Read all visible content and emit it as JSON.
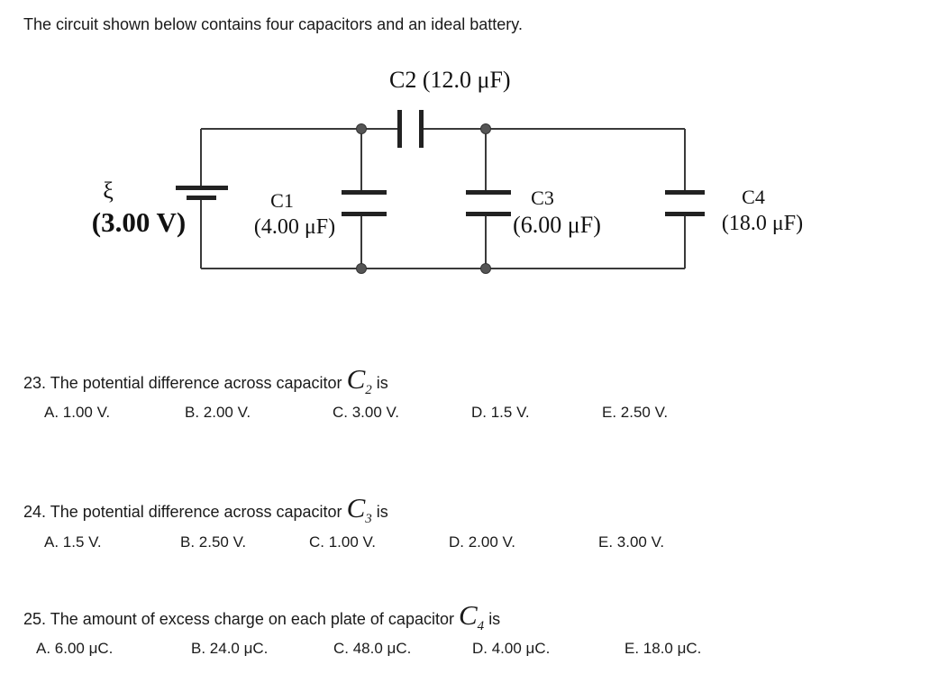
{
  "intro": "The circuit shown below contains four capacitors and an ideal battery.",
  "circuit": {
    "c2_label": "C2 (12.0 μF)",
    "battery_symbol": "ξ",
    "battery_value": "(3.00 V)",
    "c1_name": "C1",
    "c1_value": "(4.00 μF)",
    "c3_name": "C3",
    "c3_value": "(6.00 μF)",
    "c4_name": "C4",
    "c4_value": "(18.0 μF)"
  },
  "questions": [
    {
      "prefix": "23. The potential difference across capacitor",
      "cap_letter": "C",
      "cap_sub": "2",
      "suffix": "is",
      "options": [
        "A. 1.00 V.",
        "B. 2.00 V.",
        "C. 3.00 V.",
        "D. 1.5 V.",
        "E. 2.50 V."
      ]
    },
    {
      "prefix": "24. The potential difference across capacitor",
      "cap_letter": "C",
      "cap_sub": "3",
      "suffix": "is",
      "options": [
        "A. 1.5 V.",
        "B. 2.50 V.",
        "C. 1.00 V.",
        "D. 2.00 V.",
        "E. 3.00 V."
      ]
    },
    {
      "prefix": "25. The amount of excess charge on each plate of capacitor",
      "cap_letter": "C",
      "cap_sub": "4",
      "suffix": "is",
      "options": [
        "A. 6.00 μC.",
        "B. 24.0 μC.",
        "C. 48.0 μC.",
        "D. 4.00 μC.",
        "E. 18.0 μC."
      ]
    }
  ]
}
